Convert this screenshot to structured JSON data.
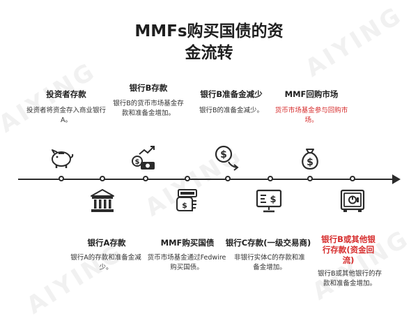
{
  "title_line1": "MMFs购买国债的资",
  "title_line2": "金流转",
  "watermark_text": "AIYING",
  "events_top": [
    {
      "heading": "投资者存款",
      "description": "投资者将资金存入商业银行A。",
      "icon": "piggy-bank-icon"
    },
    {
      "heading": "银行B存款",
      "description": "银行B的货币市场基金存款和准备金增加。",
      "icon": "money-growth-icon"
    },
    {
      "heading": "银行B准备金减少",
      "description": "银行B的准备金减少。",
      "icon": "coin-decline-icon"
    },
    {
      "heading": "MMF回购市场",
      "description": "货币市场基金参与回购市场。",
      "icon": "money-bag-icon",
      "accent": "#d62c2c"
    }
  ],
  "events_bottom": [
    {
      "heading": "银行A存款",
      "description": "银行A的存款和准备金减少。",
      "icon": "bank-icon"
    },
    {
      "heading": "MMF购买国债",
      "description": "货币市场基金通过Fedwire购买国债。",
      "icon": "cash-payment-icon"
    },
    {
      "heading": "银行C存款(一级交易商)",
      "description": "非银行实体C的存款和准备金增加。",
      "icon": "computer-dollar-icon"
    },
    {
      "heading": "银行B或其他银行存款(资金回流)",
      "description": "银行B或其他银行的存款和准备金增加。",
      "icon": "safe-icon",
      "accent": "#d62c2c"
    }
  ],
  "colors": {
    "line": "#2b2b2b",
    "text": "#1f1f1f",
    "accent_red": "#d62c2c",
    "watermark": "#f1f1f1"
  }
}
